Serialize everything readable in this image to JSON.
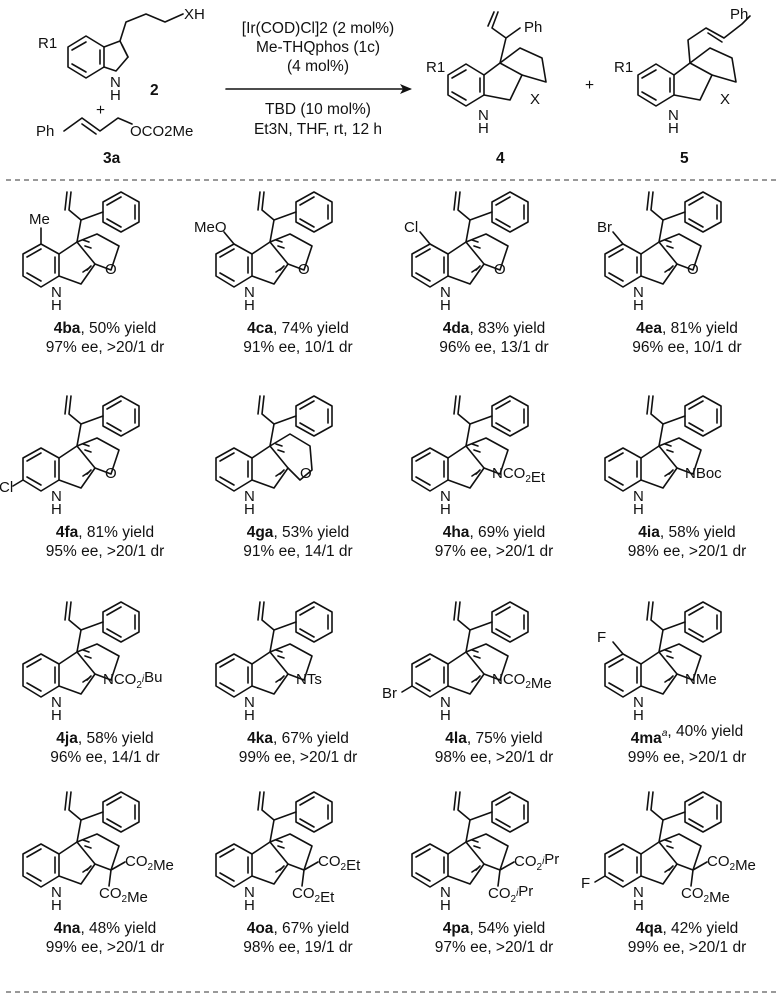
{
  "scheme": {
    "reactant_indole": {
      "compound": "2",
      "r_group": "R1",
      "side_chain_atom": "XH",
      "nh": "N",
      "nh_h": "H"
    },
    "reactant_carbonate": {
      "compound": "3a",
      "plus": "+",
      "phenyl": "Ph",
      "leaving_group": "OCO2Me"
    },
    "conditions": {
      "line1": "[Ir(COD)Cl]2 (2 mol%)",
      "line2": "Me-THQphos (1c)",
      "line3": "(4 mol%)",
      "line4": "TBD (10 mol%)",
      "line5": "Et3N, THF, rt, 12 h"
    },
    "product_4": {
      "compound": "4",
      "r_group": "R1",
      "phenyl": "Ph",
      "x": "X",
      "nh": "N",
      "nh_h": "H"
    },
    "plus": "+",
    "product_5": {
      "compound": "5",
      "r_group": "R1",
      "phenyl": "Ph",
      "x": "X",
      "nh": "N",
      "nh_h": "H"
    }
  },
  "entries": [
    {
      "id": "4ba",
      "yield": ", 50% yield",
      "selectivity": "97% ee, >20/1 dr",
      "substituent": "Me",
      "ring": "O"
    },
    {
      "id": "4ca",
      "yield": ", 74% yield",
      "selectivity": "91% ee, 10/1 dr",
      "substituent": "MeO",
      "ring": "O"
    },
    {
      "id": "4da",
      "yield": ", 83% yield",
      "selectivity": "96% ee, 13/1 dr",
      "substituent": "Cl",
      "ring": "O"
    },
    {
      "id": "4ea",
      "yield": ", 81% yield",
      "selectivity": "96% ee, 10/1 dr",
      "substituent": "Br",
      "ring": "O"
    },
    {
      "id": "4fa",
      "yield": ", 81% yield",
      "selectivity": "95% ee, >20/1 dr",
      "substituent": "Cl",
      "ring": "O"
    },
    {
      "id": "4ga",
      "yield": ", 53% yield",
      "selectivity": "91% ee, 14/1 dr",
      "substituent": "",
      "ring": "O"
    },
    {
      "id": "4ha",
      "yield": ", 69% yield",
      "selectivity": "97% ee, >20/1 dr",
      "substituent": "",
      "ring": "NCO2Et"
    },
    {
      "id": "4ia",
      "yield": ", 58% yield",
      "selectivity": "98% ee, >20/1 dr",
      "substituent": "",
      "ring": "NBoc"
    },
    {
      "id": "4ja",
      "yield": ", 58% yield",
      "selectivity": "96% ee, 14/1 dr",
      "substituent": "",
      "ring": "NCO2iBu"
    },
    {
      "id": "4ka",
      "yield": ", 67% yield",
      "selectivity": "99% ee, >20/1 dr",
      "substituent": "",
      "ring": "NTs"
    },
    {
      "id": "4la",
      "yield": ", 75% yield",
      "selectivity": "98% ee, >20/1 dr",
      "substituent": "Br",
      "ring": "NCO2Me"
    },
    {
      "id": "4ma",
      "footnote": "a",
      "yield": ", 40% yield",
      "selectivity": "99% ee, >20/1 dr",
      "substituent": "F",
      "ring": "NMe"
    },
    {
      "id": "4na",
      "yield": ", 48% yield",
      "selectivity": "99% ee, >20/1 dr",
      "substituent": "",
      "ring": "CO2Me"
    },
    {
      "id": "4oa",
      "yield": ", 67% yield",
      "selectivity": "98% ee, 19/1 dr",
      "substituent": "",
      "ring": "CO2Et"
    },
    {
      "id": "4pa",
      "yield": ", 54% yield",
      "selectivity": "97% ee, >20/1 dr",
      "substituent": "",
      "ring": "CO2iPr"
    },
    {
      "id": "4qa",
      "yield": ", 42% yield",
      "selectivity": "99% ee, >20/1 dr",
      "substituent": "F",
      "ring": "CO2Me"
    }
  ]
}
